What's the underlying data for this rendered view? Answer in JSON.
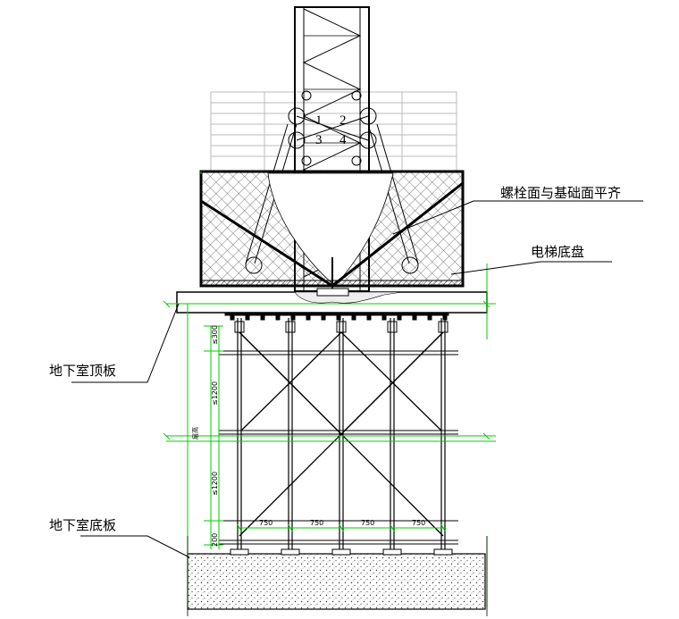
{
  "labels": {
    "bolt_surface": "螺栓面与基础面平齐",
    "elevator_base": "电梯底盘",
    "basement_roof": "地下室顶板",
    "basement_floor": "地下室底板"
  },
  "bolt_numbers": [
    "1",
    "2",
    "3",
    "4"
  ],
  "dimensions": {
    "top_gap": "≤300",
    "upper_span": "≤1200",
    "lower_span": "≤1200",
    "bottom_gap": "200",
    "floor_height": "层高",
    "bay_1": "750",
    "bay_2": "750",
    "bay_3": "750",
    "bay_4": "750"
  },
  "colors": {
    "line": "#000000",
    "dimension": "#00cc00",
    "leader": "#000000"
  }
}
